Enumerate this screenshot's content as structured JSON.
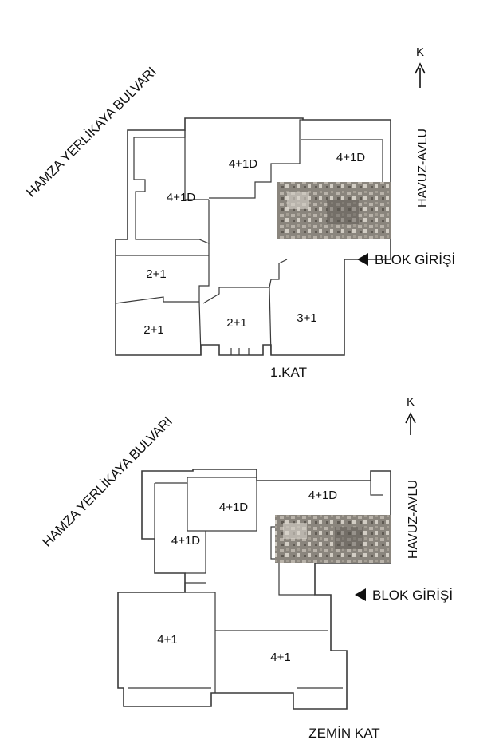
{
  "plans": [
    {
      "floor_label": "1.KAT",
      "street_label": "HAMZA YERLİKAYA BULVARI",
      "side_label": "HAVUZ-AVLU",
      "north_label": "K",
      "entry_label": "BLOK GİRİŞİ",
      "units": [
        "4+1D",
        "4+1D",
        "4+1D",
        "2+1",
        "2+1",
        "2+1",
        "3+1"
      ]
    },
    {
      "floor_label": "ZEMİN KAT",
      "street_label": "HAMZA YERLİKAYA BULVARI",
      "side_label": "HAVUZ-AVLU",
      "north_label": "K",
      "entry_label": "BLOK GİRİŞİ",
      "units": [
        "4+1D",
        "4+1D",
        "4+1D",
        "4+1",
        "4+1"
      ]
    }
  ],
  "colors": {
    "line": "#3a3a3a",
    "photo_dark": "#6f6a62",
    "photo_light": "#c9c4bb"
  }
}
